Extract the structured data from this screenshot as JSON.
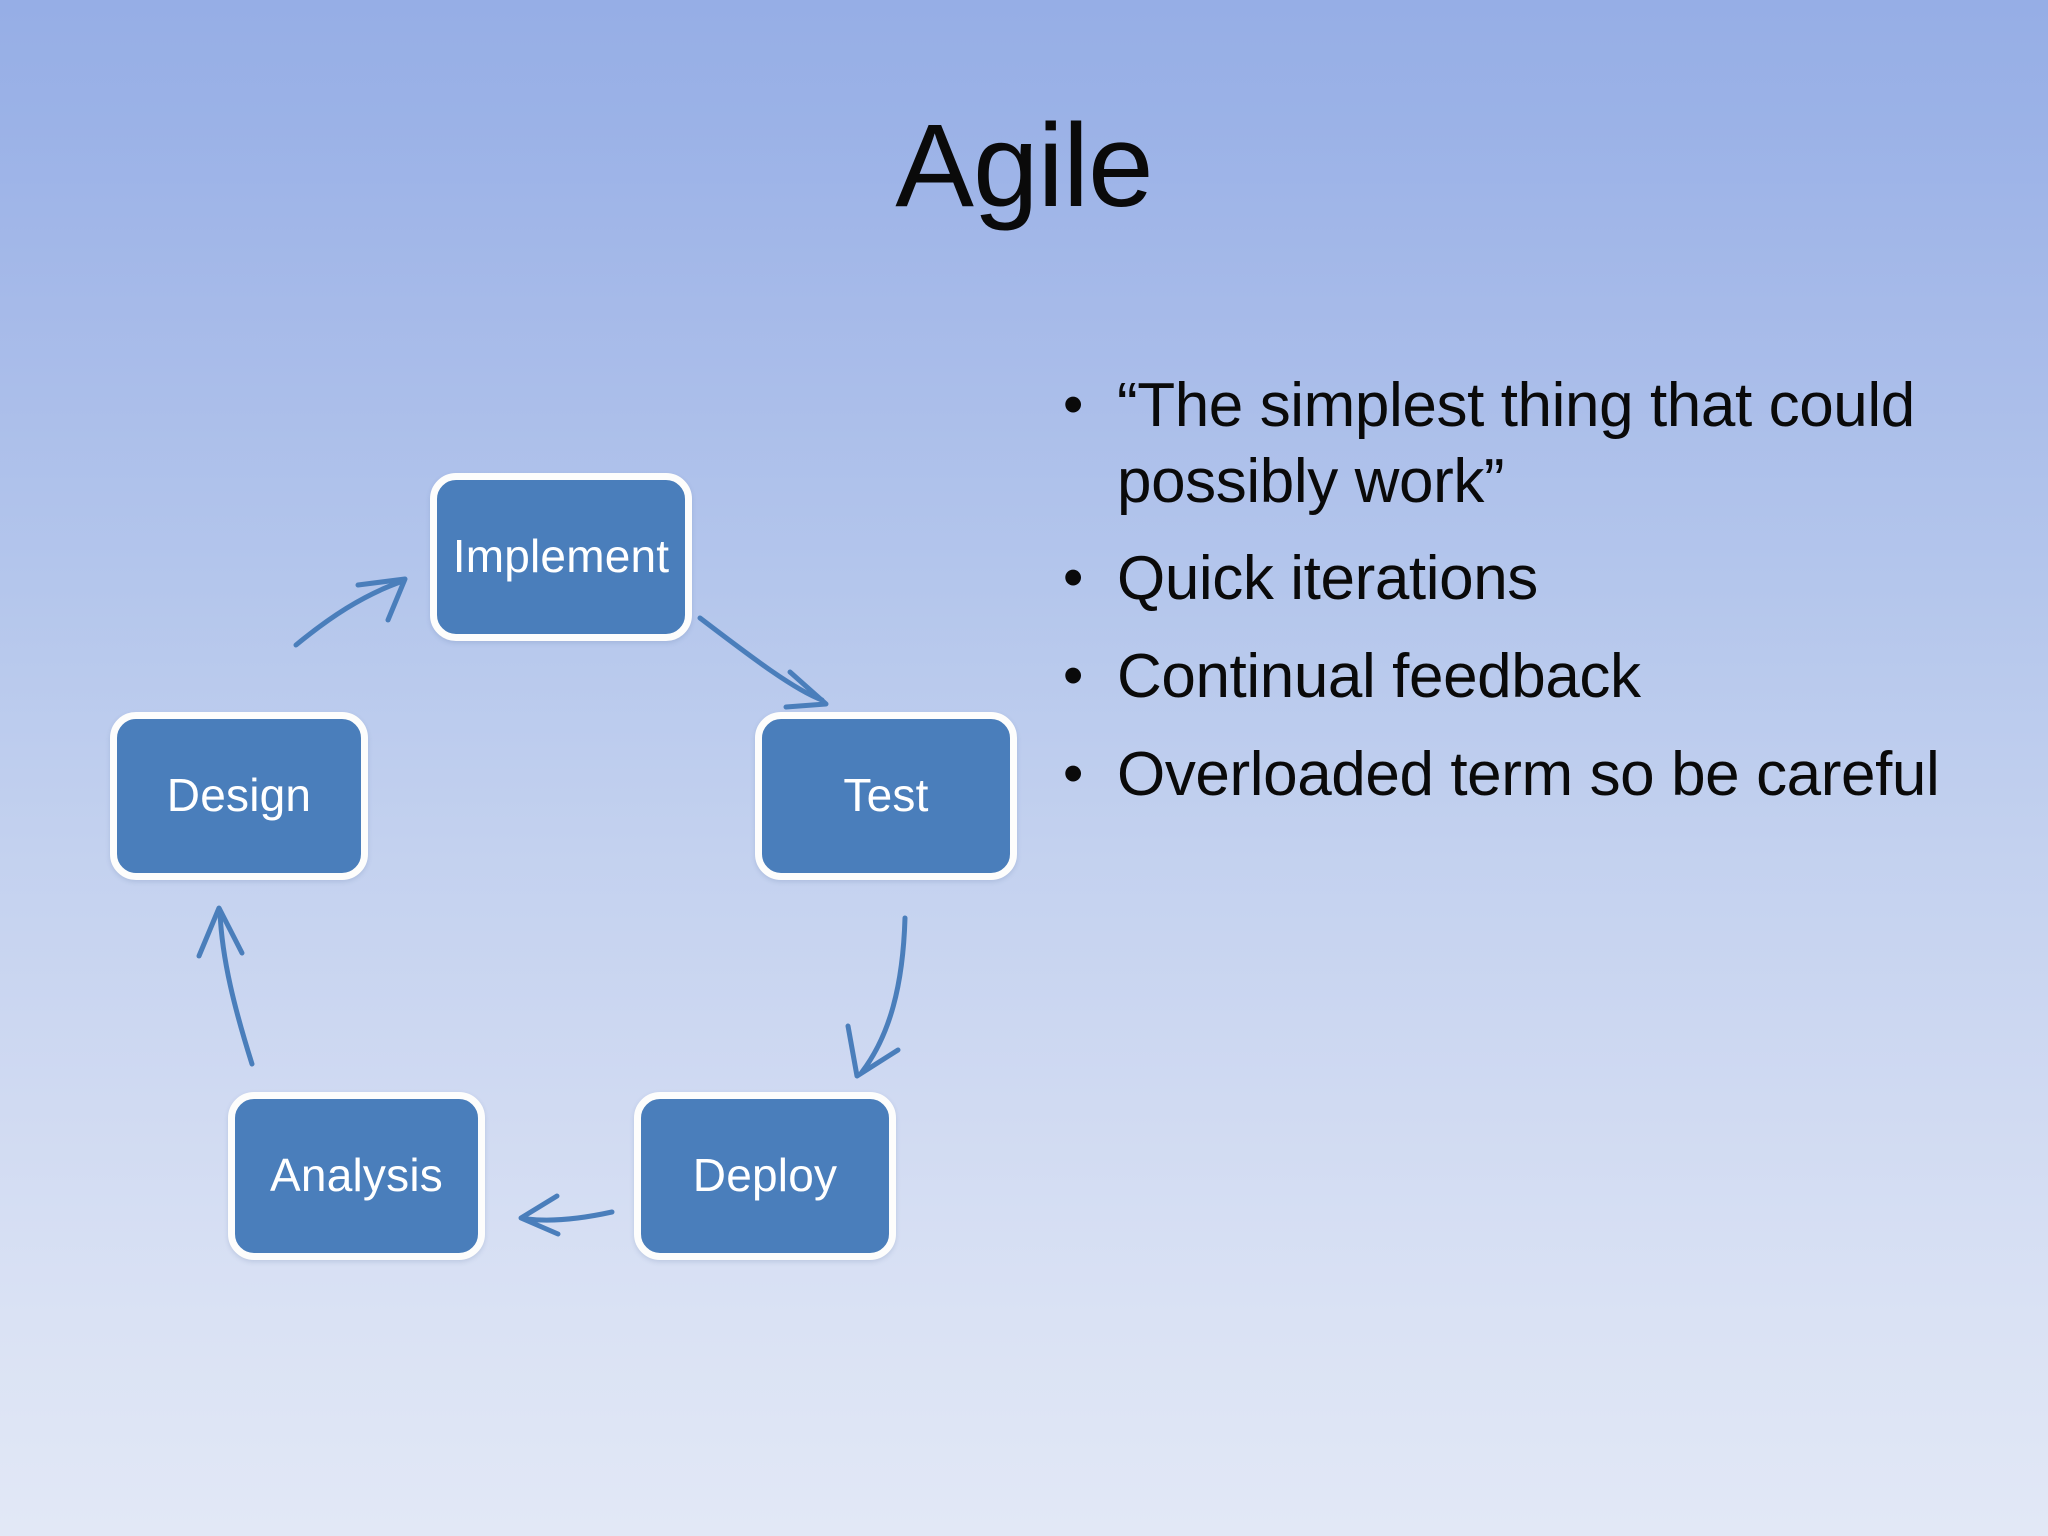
{
  "slide": {
    "title": "Agile",
    "background_top_color": "#96AEE6",
    "background_bottom_color": "#E2E8F6",
    "text_color": "#0A0A0A"
  },
  "bullets": {
    "marker": "•",
    "items": [
      {
        "text": "“The simplest thing that could possibly work”"
      },
      {
        "text": "Quick iterations"
      },
      {
        "text": "Continual feedback"
      },
      {
        "text": "Overloaded term so be careful"
      }
    ]
  },
  "diagram": {
    "type": "cycle",
    "node_fill_color": "#4A7EBB",
    "node_border_color": "#FDFDFC",
    "node_text_color": "#FFFFFF",
    "arrow_color": "#4A7EBB",
    "nodes": [
      {
        "id": "implement",
        "label": "Implement"
      },
      {
        "id": "test",
        "label": "Test"
      },
      {
        "id": "deploy",
        "label": "Deploy"
      },
      {
        "id": "analysis",
        "label": "Analysis"
      },
      {
        "id": "design",
        "label": "Design"
      }
    ],
    "arrows": [
      {
        "from": "implement",
        "to": "test"
      },
      {
        "from": "test",
        "to": "deploy"
      },
      {
        "from": "deploy",
        "to": "analysis"
      },
      {
        "from": "analysis",
        "to": "design"
      },
      {
        "from": "design",
        "to": "implement"
      }
    ]
  }
}
